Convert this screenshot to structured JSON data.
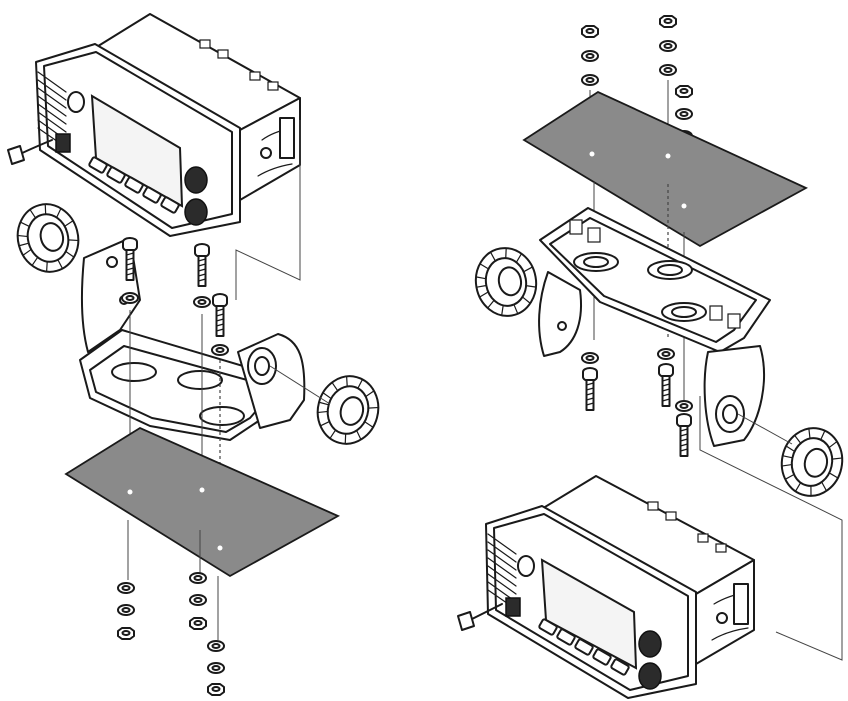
{
  "diagram": {
    "colors": {
      "line": "#1a1a1a",
      "plate": "#8a8a8a",
      "background": "#ffffff",
      "knob_dark": "#2b2b2b"
    },
    "views": [
      {
        "name": "bracket-below-radio",
        "parts": [
          "radio-unit",
          "mounting-bracket",
          "bracket-knob",
          "bracket-knob",
          "mounting-surface-plate",
          "bolt",
          "bolt",
          "bolt",
          "washer",
          "nut"
        ]
      },
      {
        "name": "overhead-bracket-above-radio",
        "parts": [
          "mounting-surface-plate",
          "nut",
          "washer",
          "mounting-bracket",
          "bracket-knob",
          "bracket-knob",
          "bolt",
          "bolt",
          "bolt",
          "radio-unit"
        ]
      }
    ]
  }
}
